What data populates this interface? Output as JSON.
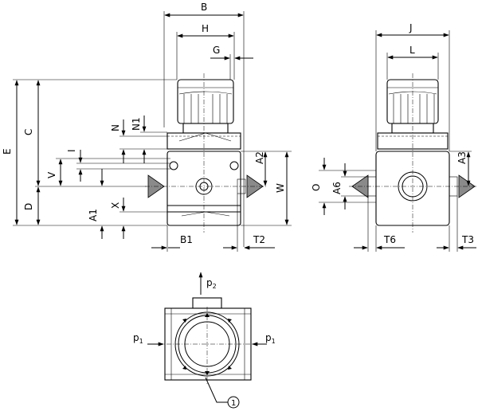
{
  "front_view": {
    "top_labels": [
      "B",
      "H",
      "G"
    ],
    "left_labels": [
      "E",
      "C",
      "D",
      "N",
      "N1",
      "I",
      "V",
      "X",
      "A1"
    ],
    "right_labels": [
      "A2",
      "W"
    ],
    "bottom_labels": [
      "B1",
      "T2"
    ]
  },
  "side_view": {
    "top_labels": [
      "J",
      "L"
    ],
    "left_labels": [
      "O",
      "A6"
    ],
    "right_labels": [
      "A3"
    ],
    "bottom_labels": [
      "T6",
      "T3"
    ]
  },
  "bottom_view": {
    "outlet_port": {
      "main": "p",
      "sub": "2"
    },
    "inlet_port_left": {
      "main": "p",
      "sub": "1"
    },
    "inlet_port_right": {
      "main": "p",
      "sub": "1"
    },
    "callout": "1"
  }
}
